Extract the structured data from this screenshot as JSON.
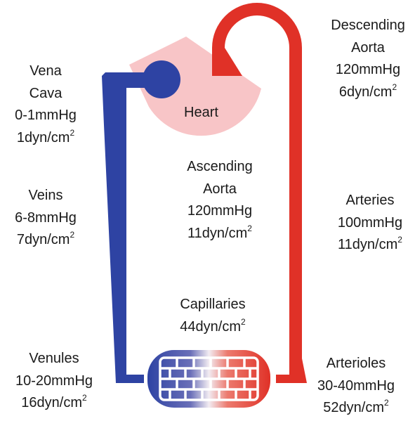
{
  "colors": {
    "venous": "#2e43a3",
    "arterial": "#e03127",
    "heart": "#f8c5c7",
    "text": "#1a1a1a"
  },
  "labels": {
    "heart": "Heart",
    "vena_cava": {
      "name1": "Vena",
      "name2": "Cava",
      "pressure": "0-1mmHg",
      "shear": "1dyn/cm",
      "exp": "2"
    },
    "veins": {
      "name": "Veins",
      "pressure": "6-8mmHg",
      "shear": "7dyn/cm",
      "exp": "2"
    },
    "venules": {
      "name": "Venules",
      "pressure": "10-20mmHg",
      "shear": "16dyn/cm",
      "exp": "2"
    },
    "capillaries": {
      "name": "Capillaries",
      "shear": "44dyn/cm",
      "exp": "2"
    },
    "ascending_aorta": {
      "name1": "Ascending",
      "name2": "Aorta",
      "pressure": "120mmHg",
      "shear": "11dyn/cm",
      "exp": "2"
    },
    "descending_aorta": {
      "name1": "Descending",
      "name2": "Aorta",
      "pressure": "120mmHg",
      "shear": "6dyn/cm",
      "exp": "2"
    },
    "arteries": {
      "name": "Arteries",
      "pressure": "100mmHg",
      "shear": "11dyn/cm",
      "exp": "2"
    },
    "arterioles": {
      "name": "Arterioles",
      "pressure": "30-40mmHg",
      "shear": "52dyn/cm",
      "exp": "2"
    }
  }
}
